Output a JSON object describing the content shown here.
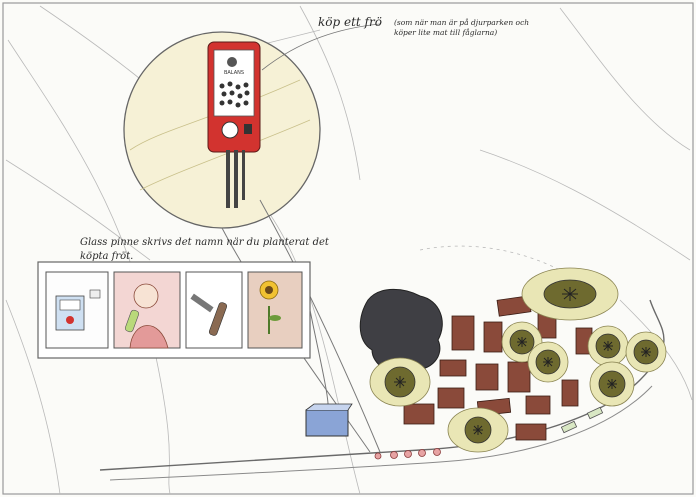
{
  "notes": {
    "buy_seeds": "köp ett frö",
    "buy_seeds_detail": "(som när man är på djurparken och köper lite mat till fåglarna)",
    "plant_steps": "Glass pinne skrivs det namn när du planterat det köpta fröt."
  },
  "machine": {
    "logo_text": "BALANS"
  },
  "colors": {
    "paper": "#fbfbf8",
    "pencil": "#7d7d7d",
    "lens_fill": "#f6f1d6",
    "machine_red": "#d2332f",
    "roof_brown": "#8a4a3a",
    "tree_olive": "#6e6a2f",
    "tree_halo": "#e9e6b5",
    "smoke_dark": "#3f3f44",
    "box_blue": "#8aa4d6"
  },
  "icons": {
    "step_1": "seed-machine-icon",
    "step_2": "child-with-stick-icon",
    "step_3": "pencil-and-stick-icon",
    "step_4": "sunflower-icon"
  }
}
